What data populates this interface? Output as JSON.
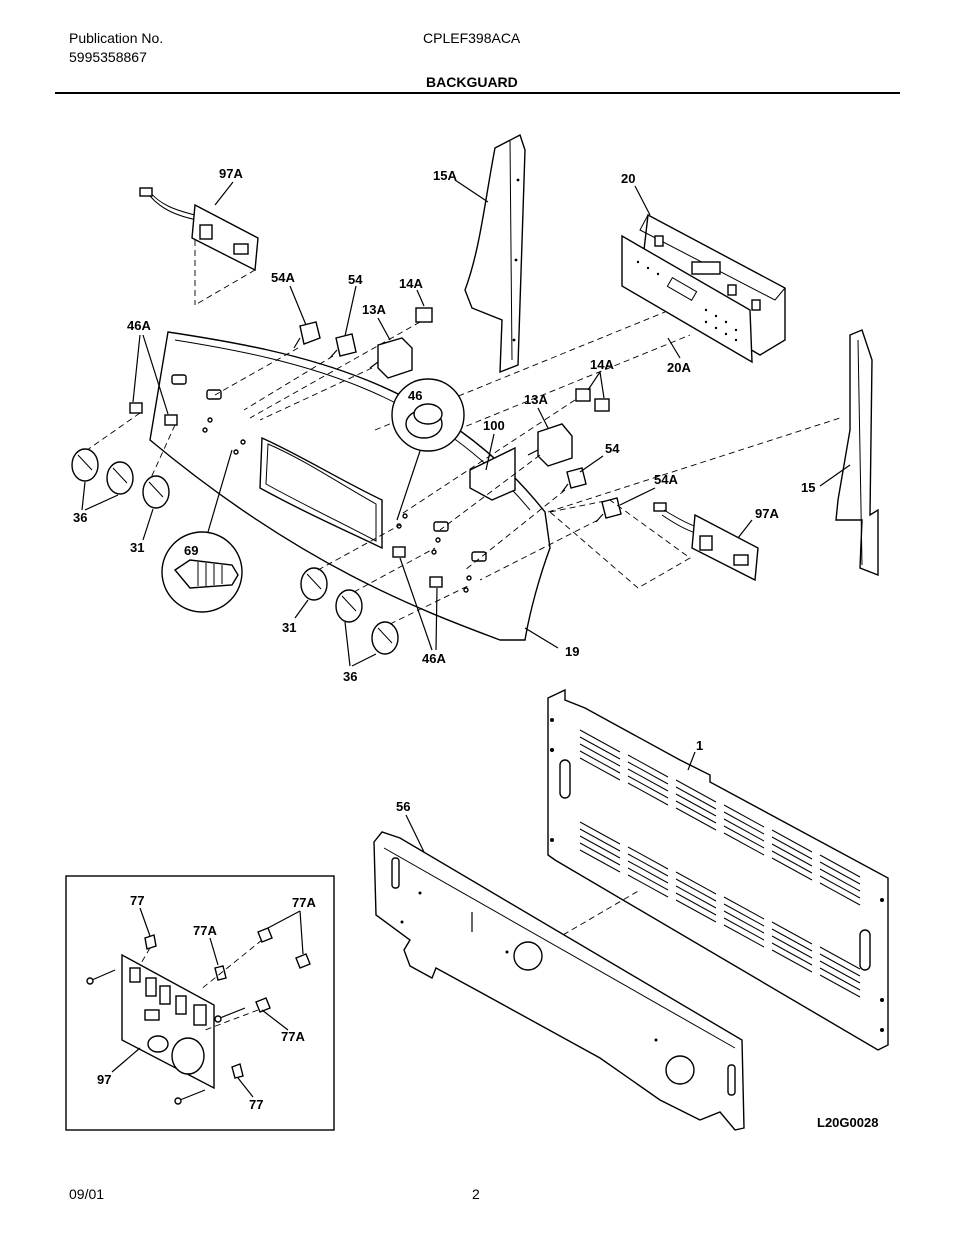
{
  "header": {
    "publication_label": "Publication No.",
    "publication_number": "5995358867",
    "model": "CPLEF398ACA",
    "section_title": "BACKGUARD"
  },
  "footer": {
    "date": "09/01",
    "page_number": "2"
  },
  "diagram": {
    "drawing_number": "L20G0028",
    "callouts": {
      "c97A_top": "97A",
      "c15A": "15A",
      "c20": "20",
      "c54A_top": "54A",
      "c54_top": "54",
      "c14A_top": "14A",
      "c13A_top": "13A",
      "c46A_top": "46A",
      "c20A": "20A",
      "c46": "46",
      "c14A_right": "14A",
      "c13A_right": "13A",
      "c100": "100",
      "c54_right": "54",
      "c54A_right": "54A",
      "c15": "15",
      "c97A_right": "97A",
      "c36_left": "36",
      "c31_left": "31",
      "c69": "69",
      "c31_mid": "31",
      "c36_mid": "36",
      "c46A_bottom": "46A",
      "c19": "19",
      "c1": "1",
      "c56": "56",
      "c77_top": "77",
      "c77A_top": "77A",
      "c77A_left": "77A",
      "c77A_bottom": "77A",
      "c97": "97",
      "c77_bottom": "77"
    }
  }
}
